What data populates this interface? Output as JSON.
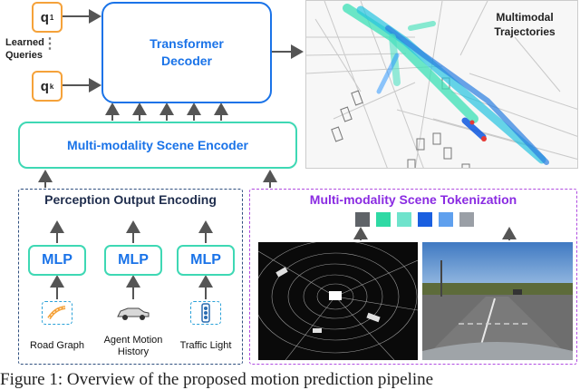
{
  "queries": {
    "q1": {
      "letter": "q",
      "sub": "1"
    },
    "qk": {
      "letter": "q",
      "sub": "k"
    },
    "ellipsis": "⋮",
    "label": "Learned\nQueries"
  },
  "decoder": {
    "title": "Transformer\nDecoder"
  },
  "encoder": {
    "title": "Multi-modality Scene Encoder"
  },
  "trajectories": {
    "label": "Multimodal\nTrajectories"
  },
  "perception": {
    "title": "Perception Output Encoding",
    "mlps": [
      {
        "label": "MLP",
        "input": "Road Graph",
        "icon": "road-icon"
      },
      {
        "label": "MLP",
        "input": "Agent Motion\nHistory",
        "icon": "car-icon"
      },
      {
        "label": "MLP",
        "input": "Traffic Light",
        "icon": "traffic-light-icon"
      }
    ]
  },
  "tokenization": {
    "title": "Multi-modality Scene Tokenization",
    "tokens": [
      "#5f6368",
      "#2fd9a4",
      "#6fe3cc",
      "#1a5fe0",
      "#5fa0ee",
      "#9a9fa6"
    ]
  },
  "caption": {
    "text": "Figure 1: Overview of the proposed motion prediction pipeline"
  },
  "colors": {
    "accent_blue": "#1a73e8",
    "accent_green": "#3ed8b4",
    "accent_orange": "#f5a23a",
    "purple": "#8a2be2",
    "navy_dashed": "#2f4f7f"
  }
}
